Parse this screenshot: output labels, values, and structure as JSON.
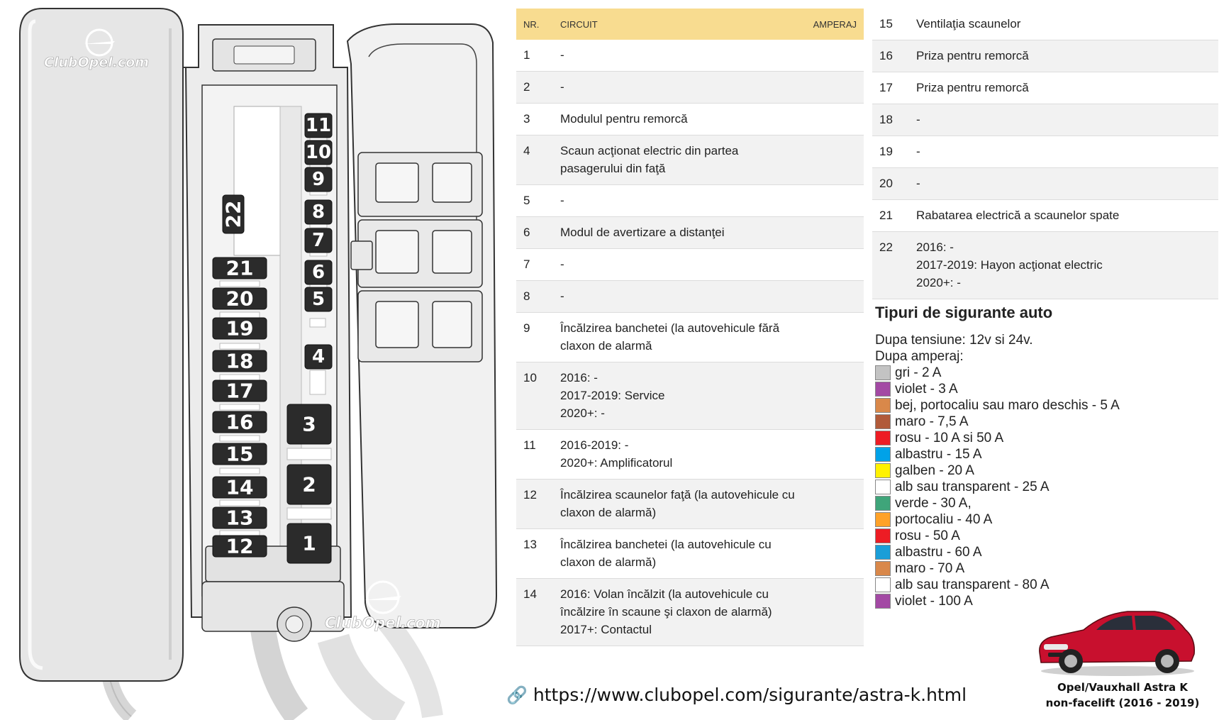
{
  "watermark": {
    "top": "ClubOpel.com",
    "bottom": "ClubOpel.com"
  },
  "fuse_labels": [
    "1",
    "2",
    "3",
    "4",
    "5",
    "6",
    "7",
    "8",
    "9",
    "10",
    "11",
    "12",
    "13",
    "14",
    "15",
    "16",
    "17",
    "18",
    "19",
    "20",
    "21",
    "22"
  ],
  "table": {
    "headers": {
      "nr": "NR.",
      "circuit": "CIRCUIT",
      "amperaj": "AMPERAJ"
    },
    "rows_left": [
      {
        "nr": "1",
        "lines": [
          "-"
        ]
      },
      {
        "nr": "2",
        "lines": [
          "-"
        ]
      },
      {
        "nr": "3",
        "lines": [
          "Modulul pentru remorcă"
        ]
      },
      {
        "nr": "4",
        "lines": [
          "Scaun acţionat electric din partea",
          "pasagerului din faţă"
        ]
      },
      {
        "nr": "5",
        "lines": [
          "-"
        ]
      },
      {
        "nr": "6",
        "lines": [
          "Modul de avertizare a distanţei"
        ]
      },
      {
        "nr": "7",
        "lines": [
          "-"
        ]
      },
      {
        "nr": "8",
        "lines": [
          "-"
        ]
      },
      {
        "nr": "9",
        "lines": [
          "Încălzirea banchetei (la autovehicule fără",
          "claxon de alarmă"
        ]
      },
      {
        "nr": "10",
        "lines": [
          "2016: -",
          "2017-2019: Service",
          "2020+: -"
        ]
      },
      {
        "nr": "11",
        "lines": [
          "2016-2019: -",
          "2020+: Amplificatorul"
        ]
      },
      {
        "nr": "12",
        "lines": [
          "Încălzirea scaunelor faţă (la autovehicule cu",
          "claxon de alarmă)"
        ]
      },
      {
        "nr": "13",
        "lines": [
          "Încălzirea banchetei (la autovehicule cu",
          "claxon de alarmă)"
        ]
      },
      {
        "nr": "14",
        "lines": [
          "2016: Volan încălzit (la autovehicule cu",
          "încălzire în scaune şi claxon de alarmă)",
          "2017+: Contactul"
        ]
      }
    ],
    "rows_right": [
      {
        "nr": "15",
        "lines": [
          "Ventilaţia scaunelor"
        ]
      },
      {
        "nr": "16",
        "lines": [
          "Priza pentru remorcă"
        ]
      },
      {
        "nr": "17",
        "lines": [
          "Priza pentru remorcă"
        ]
      },
      {
        "nr": "18",
        "lines": [
          "-"
        ]
      },
      {
        "nr": "19",
        "lines": [
          "-"
        ]
      },
      {
        "nr": "20",
        "lines": [
          "-"
        ]
      },
      {
        "nr": "21",
        "lines": [
          "Rabatarea electrică a scaunelor spate"
        ]
      },
      {
        "nr": "22",
        "lines": [
          "2016: -",
          "2017-2019: Hayon acţionat electric",
          "2020+: -"
        ]
      }
    ]
  },
  "fuse_types": {
    "title": "Tipuri de sigurante auto",
    "voltage": "Dupa tensiune: 12v si 24v.",
    "amperage_label": "Dupa amperaj:",
    "items": [
      {
        "label": "gri - 2 A",
        "color": "#c3c3c3"
      },
      {
        "label": "violet - 3 A",
        "color": "#a349a4"
      },
      {
        "label": "bej, portocaliu sau maro deschis - 5 A",
        "color": "#d9884a"
      },
      {
        "label": "maro - 7,5 A",
        "color": "#b15a39"
      },
      {
        "label": "rosu - 10 A si 50 A",
        "color": "#ed1c24"
      },
      {
        "label": "albastru - 15 A",
        "color": "#00a2e8"
      },
      {
        "label": "galben - 20 A",
        "color": "#fff200"
      },
      {
        "label": "alb sau transparent - 25 A",
        "color": "#ffffff"
      },
      {
        "label": "verde - 30 A,",
        "color": "#3fa57a"
      },
      {
        "label": "portocaliu - 40 A",
        "color": "#ffa228"
      },
      {
        "label": "rosu - 50 A",
        "color": "#ed1c24"
      },
      {
        "label": "albastru - 60 A",
        "color": "#1a9ed8"
      },
      {
        "label": "maro - 70 A",
        "color": "#d9884a"
      },
      {
        "label": "alb sau transparent - 80 A",
        "color": "#ffffff"
      },
      {
        "label": "violet - 100 A",
        "color": "#a349a4"
      }
    ]
  },
  "link": {
    "icon": "link-icon",
    "url": "https://www.clubopel.com/sigurante/astra-k.html"
  },
  "car": {
    "caption_line1": "Opel/Vauxhall Astra K",
    "caption_line2": "non-facelift (2016 - 2019)",
    "color": "#c8102e"
  }
}
